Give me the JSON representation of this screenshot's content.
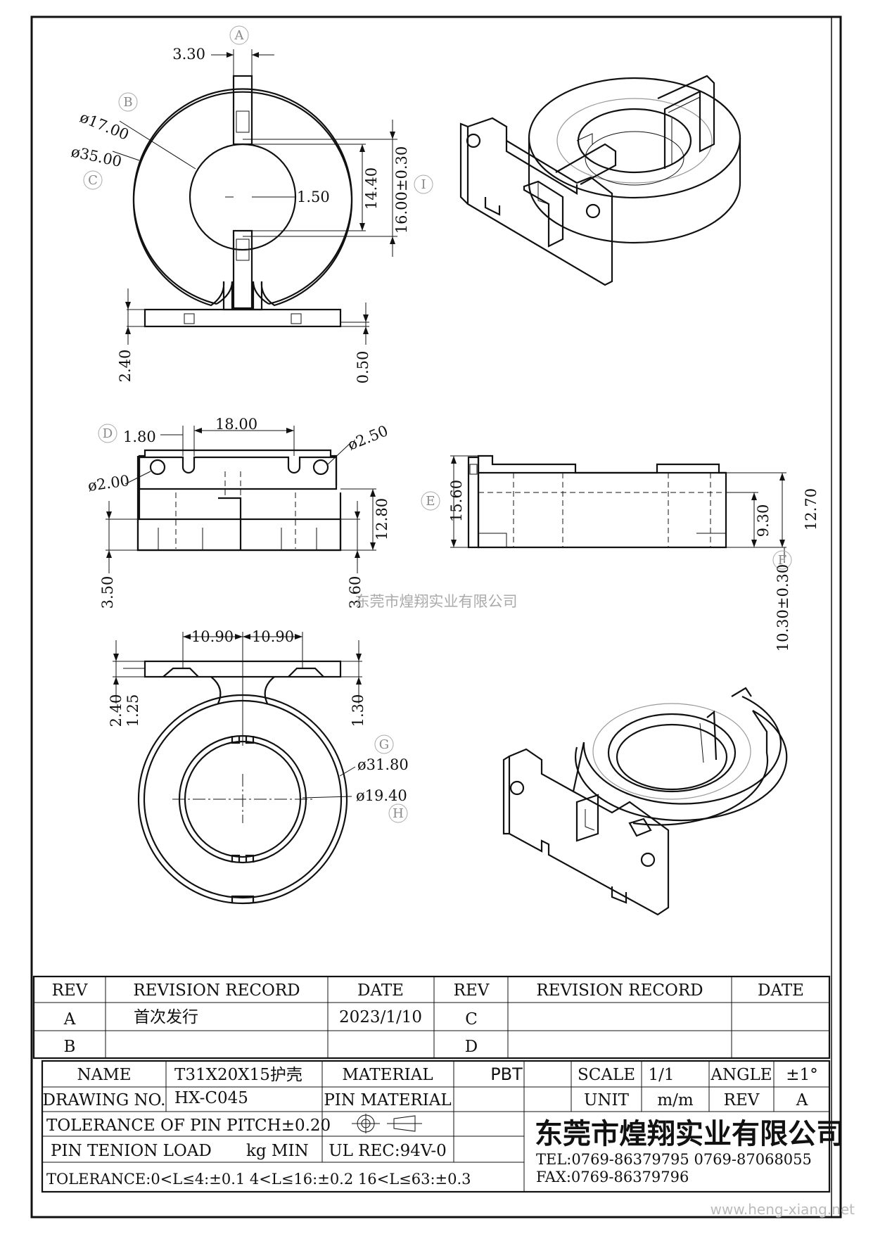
{
  "drawing": {
    "bubbles": {
      "a": "A",
      "b": "B",
      "c": "C",
      "d": "D",
      "e": "E",
      "f": "F",
      "g": "G",
      "h": "H",
      "i": "I"
    },
    "dims": {
      "a_3_30": "3.30",
      "b_dia17": "ø17.00",
      "c_dia35": "ø35.00",
      "d_1_50": "1.50",
      "e_14_40": "14.40",
      "f_16_00": "16.00±0.30",
      "g_2_40": "2.40",
      "h_0_50": "0.50",
      "i_1_80": "1.80",
      "j_18_00": "18.00",
      "k_dia2_50": "ø2.50",
      "l_dia2_00": "ø2.00",
      "m_12_80": "12.80",
      "n_3_50": "3.50",
      "o_3_60": "3.60",
      "p_15_60": "15.60",
      "q_9_30": "9.30",
      "r_12_70": "12.70",
      "s_10_30": "10.30±0.30",
      "t_10_90a": "10.90",
      "u_10_90b": "10.90",
      "v_2_40": "2.40",
      "w_1_25": "1.25",
      "x_1_30": "1.30",
      "y_dia31_80": "ø31.80",
      "z_dia19_40": "ø19.40"
    },
    "watermark_center": "东莞市煌翔实业有限公司",
    "watermark_corner": "www.heng-xiang.net"
  },
  "revision_table": {
    "headers": [
      "REV",
      "REVISION RECORD",
      "DATE",
      "REV",
      "REVISION RECORD",
      "DATE"
    ],
    "rows": [
      [
        "A",
        "首次发行",
        "2023/1/10",
        "C",
        "",
        ""
      ],
      [
        "B",
        "",
        "",
        "D",
        "",
        ""
      ]
    ]
  },
  "title_block": {
    "name_label": "NAME",
    "name_value": "T31X20X15护壳",
    "material_label": "MATERIAL",
    "material_value": "PBT",
    "scale_label": "SCALE",
    "scale_value": "1/1",
    "angle_label": "ANGLE",
    "angle_value": "±1°",
    "drawing_no_label": "DRAWING NO.",
    "drawing_no_value": "HX-C045",
    "pin_material_label": "PIN MATERIAL",
    "unit_label": "UNIT",
    "unit_value": "m/m",
    "rev_label": "REV",
    "rev_value": "A",
    "tol_pitch": "TOLERANCE OF PIN PITCH±0.20",
    "pin_load_label": "PIN TENION LOAD",
    "pin_load_unit": "kg MIN",
    "ul_rec": "UL REC:94V-0",
    "tolerance_general": "TOLERANCE:0<L≤4:±0.1   4<L≤16:±0.2   16<L≤63:±0.3",
    "company": "东莞市煌翔实业有限公司",
    "tel": "TEL:0769-86379795     0769-87068055",
    "fax": "FAX:0769-86379796"
  }
}
